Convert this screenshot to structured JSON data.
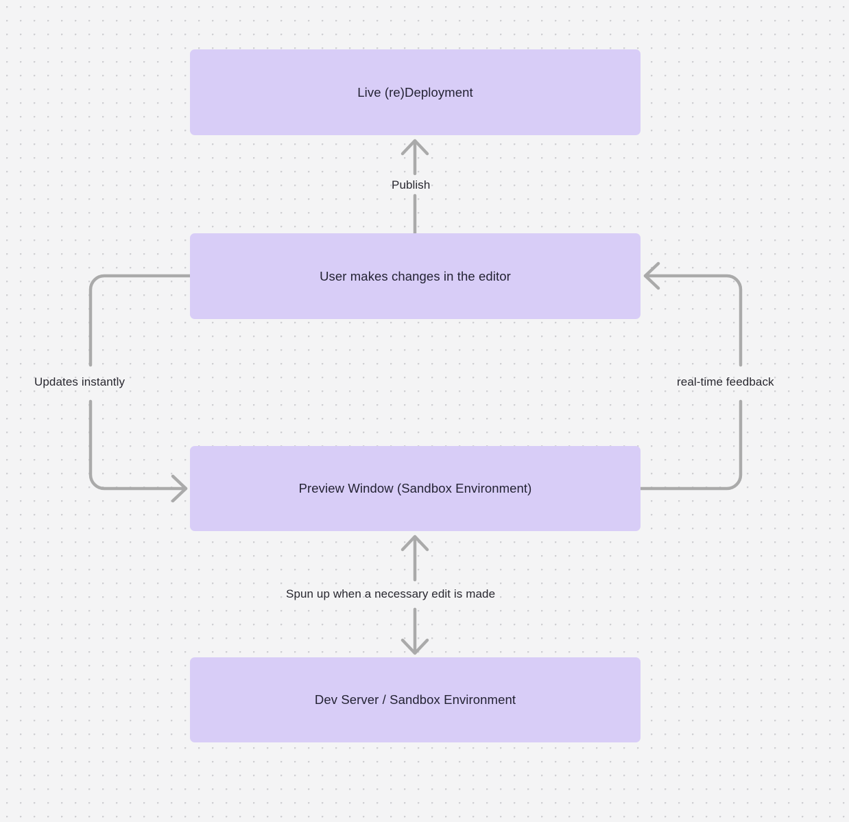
{
  "diagram": {
    "title": "Live deployment and preview sandbox flow",
    "background_color": "#f4f4f5",
    "node_fill": "#d8cdf7",
    "node_text_color": "#232233",
    "edge_color": "#aaaaaa",
    "edge_label_color": "#28272f",
    "nodes": [
      {
        "id": "live-deployment",
        "label": "Live (re)Deployment"
      },
      {
        "id": "user-edits",
        "label": "User makes changes in the editor"
      },
      {
        "id": "preview-window",
        "label": "Preview Window (Sandbox Environment)"
      },
      {
        "id": "dev-server",
        "label": "Dev Server / Sandbox Environment"
      }
    ],
    "edges": [
      {
        "id": "publish",
        "label": "Publish",
        "from": "user-edits",
        "to": "live-deployment",
        "direction": "up",
        "arrowheads": "single"
      },
      {
        "id": "updates-instantly",
        "label": "Updates instantly",
        "from": "user-edits",
        "to": "preview-window",
        "direction": "left-loop-down",
        "arrowheads": "single"
      },
      {
        "id": "real-time-feedback",
        "label": "real-time feedback",
        "from": "preview-window",
        "to": "user-edits",
        "direction": "right-loop-up",
        "arrowheads": "single"
      },
      {
        "id": "spun-up",
        "label": "Spun up when a necessary edit is made",
        "from": "preview-window",
        "to": "dev-server",
        "direction": "vertical",
        "arrowheads": "both"
      }
    ]
  }
}
